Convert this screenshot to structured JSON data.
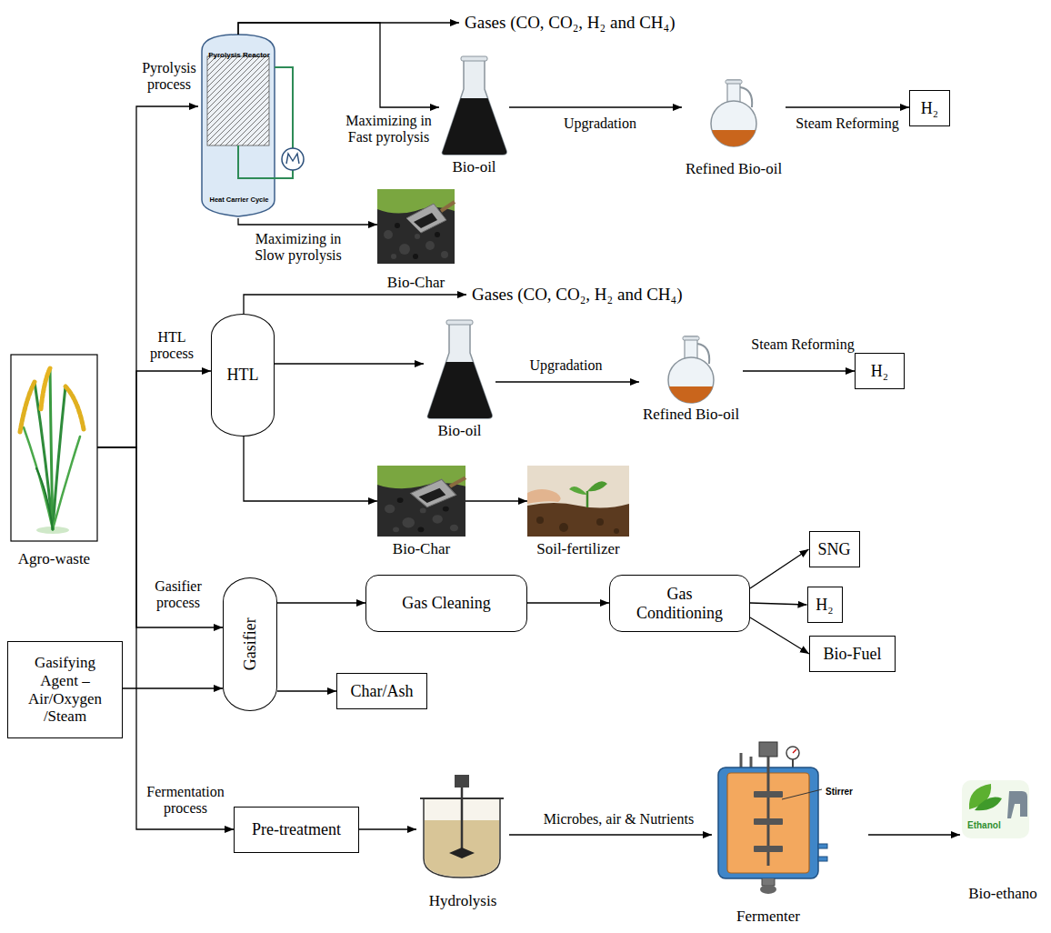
{
  "diagram": {
    "nodes": [
      {
        "text": [
          "Pyrolysis Reactor",
          "Heat Carrier Cycle"
        ]
      },
      {
        "text": [
          "Gases (CO, CO₂, H₂ and CH₄)"
        ]
      },
      {
        "text": [
          "Bio-oil"
        ]
      },
      {
        "text": [
          "Refined Bio-oil"
        ]
      },
      {
        "text": [
          "H₂"
        ]
      },
      {
        "text": [
          "Bio-Char"
        ]
      },
      {
        "text": [
          "Gases (CO, CO₂, H₂ and CH₄)"
        ]
      },
      {
        "text": [
          "HTL"
        ]
      },
      {
        "text": [
          "Bio-oil"
        ]
      },
      {
        "text": [
          "Refined Bio-oil"
        ]
      },
      {
        "text": [
          "H₂"
        ]
      },
      {
        "text": [
          "Agro-waste"
        ]
      },
      {
        "text": [
          "Bio-Char"
        ]
      },
      {
        "text": [
          "Soil-fertilizer"
        ]
      },
      {
        "text": [
          "SNG"
        ]
      },
      {
        "text": [
          "Gasifier"
        ]
      },
      {
        "text": [
          "Gas Cleaning"
        ]
      },
      {
        "text": [
          "Gas Conditioning"
        ]
      },
      {
        "text": [
          "H₂"
        ]
      },
      {
        "text": [
          "Gasifying Agent – Air/Oxygen /Steam"
        ]
      },
      {
        "text": [
          "Bio-Fuel"
        ]
      },
      {
        "text": [
          "Char/Ash"
        ]
      },
      {
        "text": [
          "Pre-treatment"
        ]
      },
      {
        "text": [
          "Hydrolysis"
        ]
      },
      {
        "text": [
          "Stirrer",
          "Fermenter"
        ]
      },
      {
        "text": [
          "Ethanol",
          "Bio-ethano"
        ]
      }
    ],
    "edges": [
      {
        "from": 11,
        "to": 0,
        "arrow": "to",
        "label": "Pyrolysis process"
      },
      {
        "from": 0,
        "to": 1,
        "arrow": "to"
      },
      {
        "from": 0,
        "to": 2,
        "arrow": "to",
        "label": "Maximizing in Fast pyrolysis"
      },
      {
        "from": 2,
        "to": 3,
        "arrow": "to",
        "label": "Upgradation"
      },
      {
        "from": 3,
        "to": 4,
        "arrow": "to",
        "label": "Steam Reforming"
      },
      {
        "from": 0,
        "to": 5,
        "arrow": "to",
        "label": "Maximizing in Slow pyrolysis"
      },
      {
        "from": 11,
        "to": 7,
        "arrow": "to",
        "label": "HTL process"
      },
      {
        "from": 7,
        "to": 6,
        "arrow": "to"
      },
      {
        "from": 7,
        "to": 8,
        "arrow": "to"
      },
      {
        "from": 8,
        "to": 9,
        "arrow": "to",
        "label": "Upgradation"
      },
      {
        "from": 9,
        "to": 10,
        "arrow": "to",
        "label": "Steam Reforming"
      },
      {
        "from": 7,
        "to": 12,
        "arrow": "to"
      },
      {
        "from": 12,
        "to": 13,
        "arrow": "to"
      },
      {
        "from": 11,
        "to": 15,
        "arrow": "to",
        "label": "Gasifier process"
      },
      {
        "from": 19,
        "to": 15,
        "arrow": "to"
      },
      {
        "from": 15,
        "to": 16,
        "arrow": "to"
      },
      {
        "from": 16,
        "to": 17,
        "arrow": "to"
      },
      {
        "from": 17,
        "to": 14,
        "arrow": "to"
      },
      {
        "from": 17,
        "to": 18,
        "arrow": "to"
      },
      {
        "from": 17,
        "to": 20,
        "arrow": "to"
      },
      {
        "from": 15,
        "to": 21,
        "arrow": "to"
      },
      {
        "from": 11,
        "to": 22,
        "arrow": "to",
        "label": "Fermentation process"
      },
      {
        "from": 22,
        "to": 23,
        "arrow": "to"
      },
      {
        "from": 23,
        "to": 24,
        "arrow": "to",
        "label": "Microbes, air & Nutrients"
      },
      {
        "from": 24,
        "to": 25,
        "arrow": "to"
      }
    ]
  }
}
